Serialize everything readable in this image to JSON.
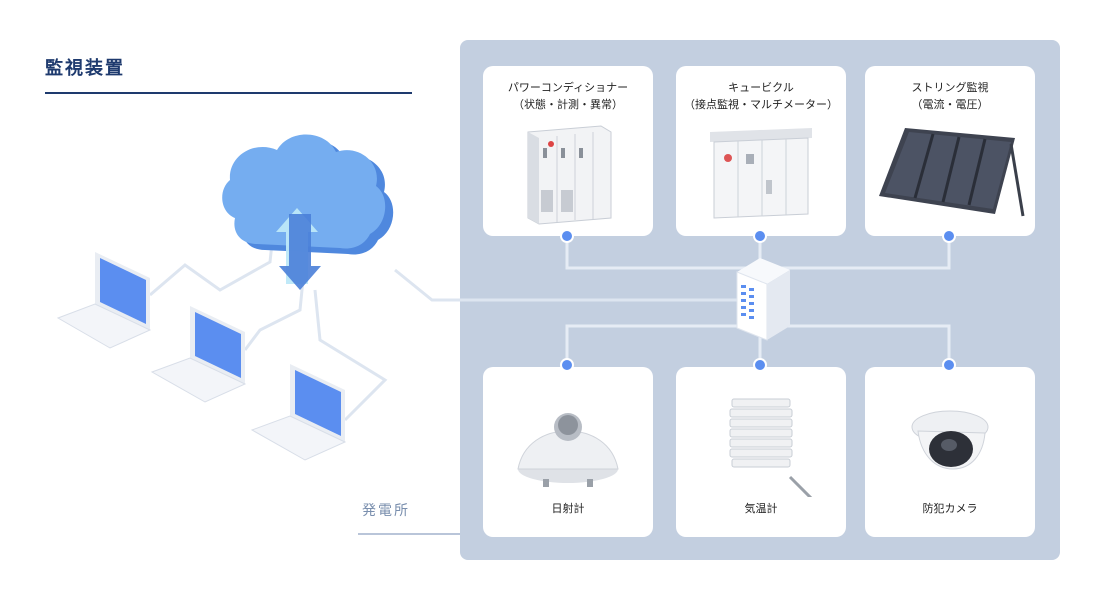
{
  "header": {
    "title": "監視装置"
  },
  "plant": {
    "label": "発電所"
  },
  "devices_top": [
    {
      "line1": "パワーコンディショナー",
      "line2": "（状態・計測・異常）"
    },
    {
      "line1": "キュービクル",
      "line2": "（接点監視・マルチメーター）"
    },
    {
      "line1": "ストリング監視",
      "line2": "（電流・電圧）"
    }
  ],
  "devices_bottom": [
    {
      "label": "日射計"
    },
    {
      "label": "気温計"
    },
    {
      "label": "防犯カメラ"
    }
  ],
  "colors": {
    "title": "#1e3a6e",
    "panel": "#c3cfe0",
    "node": "#5b8ef0",
    "link": "#dbe4f0",
    "cloud": "#5d9cec",
    "screen": "#5b8ef0"
  }
}
